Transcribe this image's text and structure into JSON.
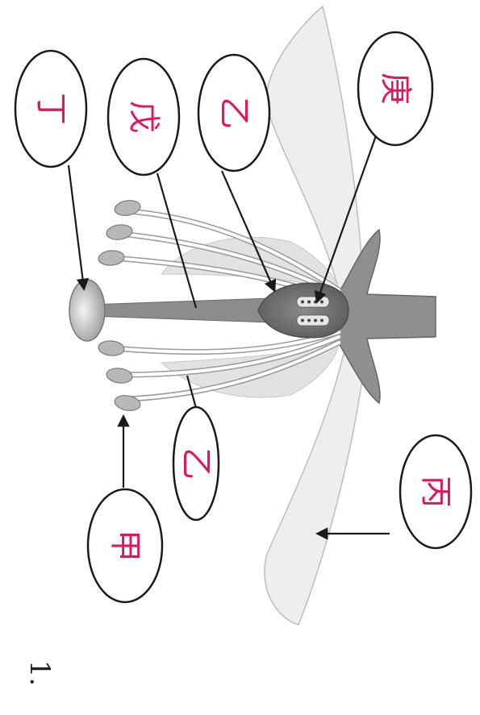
{
  "question_number": "1.",
  "labels": [
    {
      "id": "stigma",
      "text": "丁"
    },
    {
      "id": "style",
      "text": "戊"
    },
    {
      "id": "ovary",
      "text": "乙"
    },
    {
      "id": "ovule",
      "text": "庚"
    },
    {
      "id": "filament",
      "text": "乙"
    },
    {
      "id": "anther",
      "text": "甲"
    },
    {
      "id": "petal",
      "text": "丙"
    }
  ],
  "colors": {
    "ink": "#1a1a1a",
    "handwriting": "#e0185a",
    "petal": "#ededed",
    "pistil": "#9a9a9a"
  }
}
